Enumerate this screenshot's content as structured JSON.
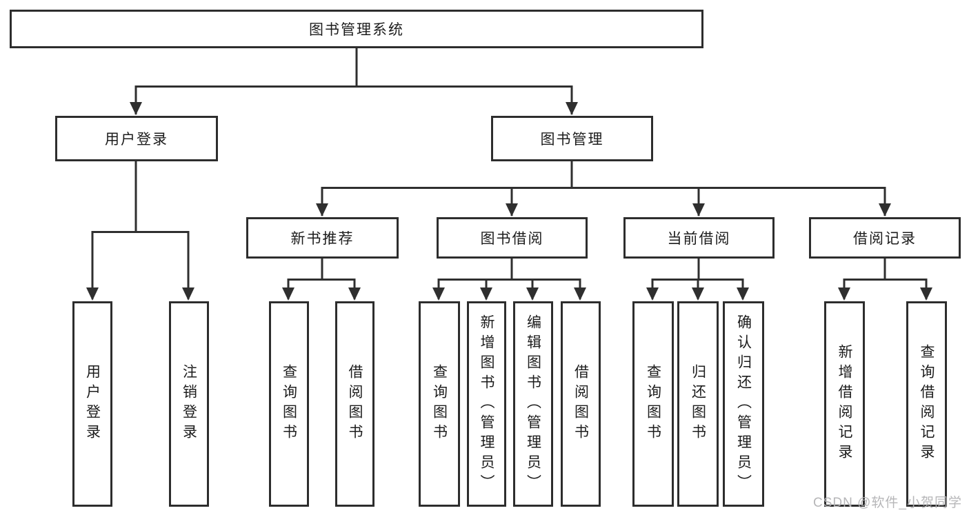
{
  "nodes": {
    "root": "图书管理系统",
    "user_login": "用户登录",
    "book_mgmt": "图书管理",
    "l3": [
      "新书推荐",
      "图书借阅",
      "当前借阅",
      "借阅记录"
    ],
    "g1": [
      "用户登录",
      "注销登录"
    ],
    "g2": [
      "查询图书",
      "借阅图书"
    ],
    "g3": [
      "查询图书",
      "新增图书（管理员）",
      "编辑图书（管理员）",
      "借阅图书"
    ],
    "g4": [
      "查询图书",
      "归还图书",
      "确认归还（管理员）"
    ],
    "g5": [
      "新增借阅记录",
      "查询借阅记录"
    ]
  },
  "watermark": "CSDN @软件_小贺同学",
  "colors": {
    "line": "#2f2f2f",
    "border": "#2d2d2d",
    "text": "#1c1c1c",
    "watermark": "#b2b2b4",
    "background": "#ffffff"
  }
}
